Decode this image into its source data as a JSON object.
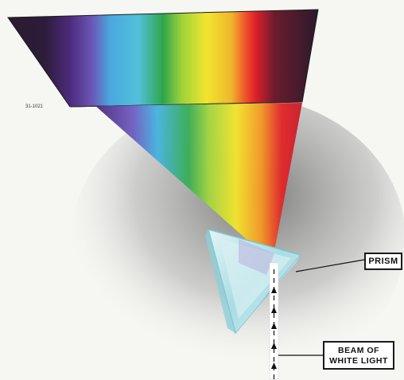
{
  "figure_number": "31-1021",
  "labels": {
    "prism": "PRISM",
    "beam_line1": "BEAM OF",
    "beam_line2": "WHITE LIGHT"
  },
  "colors": {
    "violet": "#4a2c78",
    "blue": "#46b6df",
    "green": "#37a94a",
    "yellow": "#f4e52c",
    "orange": "#f27a22",
    "red": "#e02e2a",
    "screen_dark": "#2a1a30"
  }
}
